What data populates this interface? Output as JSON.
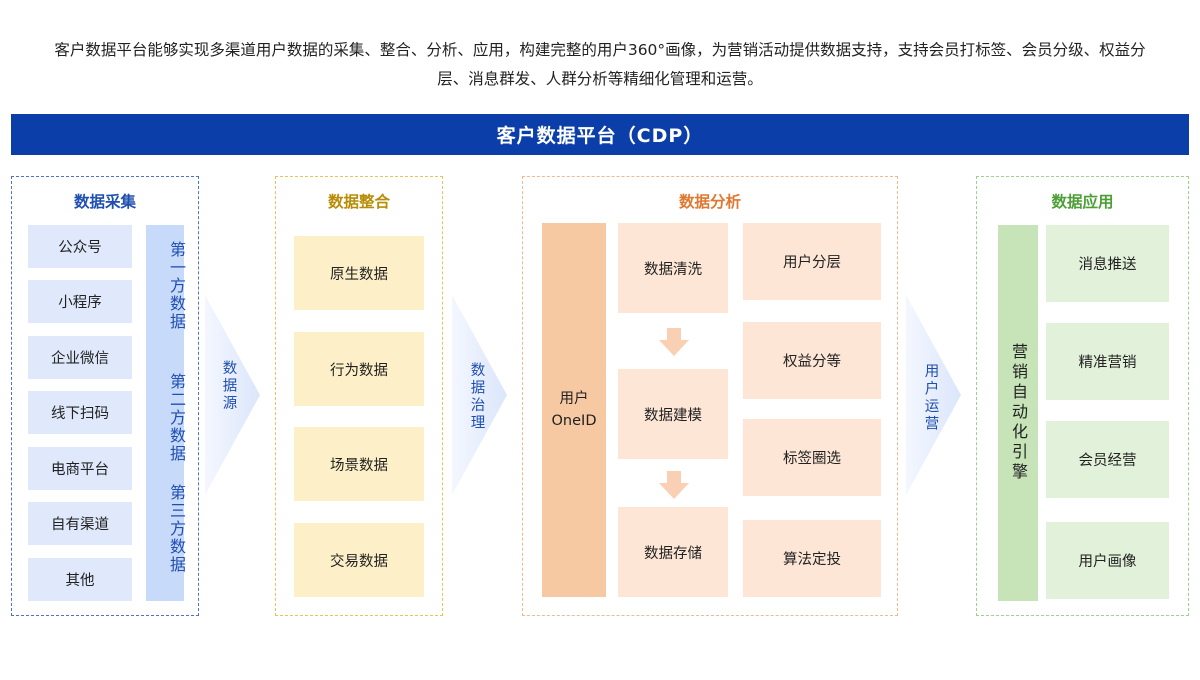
{
  "intro": {
    "line1": "客户数据平台能够实现多渠道用户数据的采集、整合、分析、应用，构建完整的用户360°画像，为营销活动提供数据支持，支持会员打标签、会员分级、权益分",
    "line2": "层、消息群发、人群分析等精细化管理和运营。"
  },
  "banner": {
    "title": "客户数据平台（CDP）"
  },
  "sections": {
    "collect": {
      "title": "数据采集",
      "items": [
        "公众号",
        "小程序",
        "企业微信",
        "线下扫码",
        "电商平台",
        "自有渠道",
        "其他"
      ],
      "sources": [
        "第一方数据",
        "第二方数据",
        "第三方数据"
      ]
    },
    "integrate": {
      "title": "数据整合",
      "items": [
        "原生数据",
        "行为数据",
        "场景数据",
        "交易数据"
      ]
    },
    "analyze": {
      "title": "数据分析",
      "oneid": [
        "用户",
        "OneID"
      ],
      "process": [
        "数据清洗",
        "数据建模",
        "数据存储"
      ],
      "results": [
        "用户分层",
        "权益分等",
        "标签圈选",
        "算法定投"
      ]
    },
    "apply": {
      "title": "数据应用",
      "engine": "营销自动化引擎",
      "items": [
        "消息推送",
        "精准营销",
        "会员经营",
        "用户画像"
      ]
    }
  },
  "arrows": [
    "数据源",
    "数据治理",
    "用户运营"
  ],
  "colors": {
    "banner": "#0b3ea8",
    "collect_border": "#4f73c4",
    "collect_title": "#1f4fb0",
    "collect_box": "#dfe9fb",
    "collect_strip": "#c8dafa",
    "integrate_border": "#e7c35a",
    "integrate_title": "#b88c06",
    "integrate_box": "#fdf0c8",
    "analyze_border": "#f2b88e",
    "analyze_title": "#e0782f",
    "analyze_box": "#fde6d6",
    "analyze_oneid": "#f7c9a3",
    "apply_border": "#9fd08c",
    "apply_title": "#4c9f35",
    "apply_box": "#e2f1da",
    "apply_engine": "#c7e3b8"
  }
}
